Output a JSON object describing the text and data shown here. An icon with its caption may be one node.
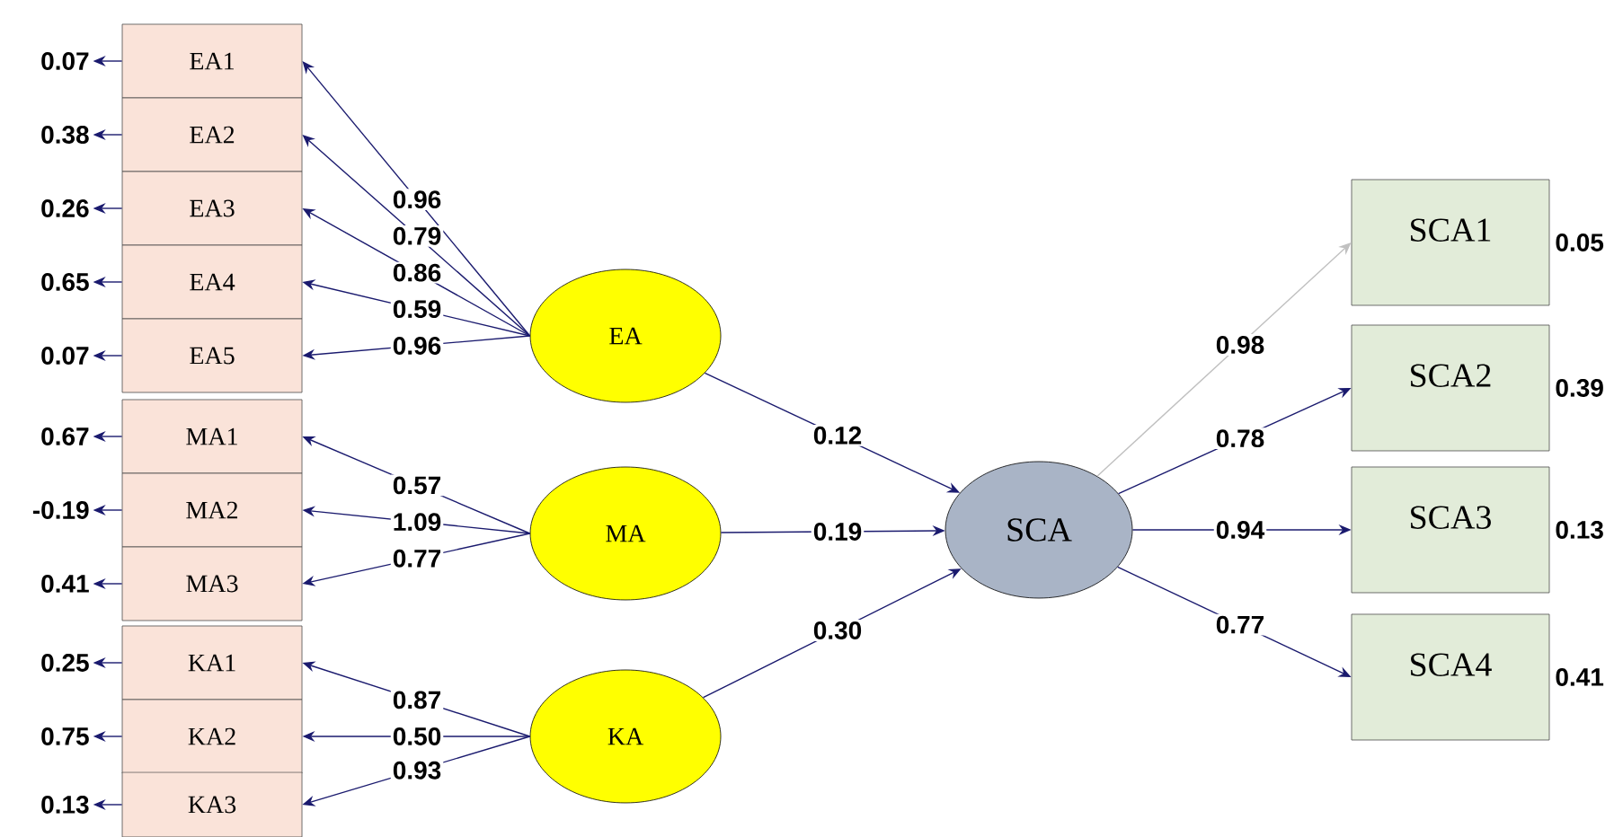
{
  "diagram": {
    "nodes": [
      {
        "text": [
          "EA1"
        ],
        "beside": [
          "0.07"
        ]
      },
      {
        "text": [
          "EA2"
        ],
        "beside": [
          "0.38"
        ]
      },
      {
        "text": [
          "EA3"
        ],
        "beside": [
          "0.26"
        ]
      },
      {
        "text": [
          "EA4"
        ],
        "beside": [
          "0.65"
        ]
      },
      {
        "text": [
          "EA5"
        ],
        "beside": [
          "0.07"
        ]
      },
      {
        "text": [
          "MA1"
        ],
        "beside": [
          "0.67"
        ]
      },
      {
        "text": [
          "MA2"
        ],
        "beside": [
          "-0.19"
        ]
      },
      {
        "text": [
          "MA3"
        ],
        "beside": [
          "0.41"
        ]
      },
      {
        "text": [
          "KA1"
        ],
        "beside": [
          "0.25"
        ]
      },
      {
        "text": [
          "KA2"
        ],
        "beside": [
          "0.75"
        ]
      },
      {
        "text": [
          "KA3"
        ],
        "beside": [
          "0.13"
        ]
      },
      {
        "text": [
          "EA"
        ]
      },
      {
        "text": [
          "MA"
        ]
      },
      {
        "text": [
          "KA"
        ]
      },
      {
        "text": [
          "SCA"
        ]
      },
      {
        "text": [
          "SCA1"
        ],
        "beside": [
          "0.05"
        ]
      },
      {
        "text": [
          "SCA2"
        ],
        "beside": [
          "0.39"
        ]
      },
      {
        "text": [
          "SCA3"
        ],
        "beside": [
          "0.13"
        ]
      },
      {
        "text": [
          "SCA4"
        ],
        "beside": [
          "0.41"
        ]
      }
    ],
    "edges": [
      {
        "from": 0,
        "to": null,
        "arrow": "to"
      },
      {
        "from": 1,
        "to": null,
        "arrow": "to"
      },
      {
        "from": 2,
        "to": null,
        "arrow": "to"
      },
      {
        "from": 3,
        "to": null,
        "arrow": "to"
      },
      {
        "from": 4,
        "to": null,
        "arrow": "to"
      },
      {
        "from": 5,
        "to": null,
        "arrow": "to"
      },
      {
        "from": 6,
        "to": null,
        "arrow": "to"
      },
      {
        "from": 7,
        "to": null,
        "arrow": "to"
      },
      {
        "from": 8,
        "to": null,
        "arrow": "to"
      },
      {
        "from": 9,
        "to": null,
        "arrow": "to"
      },
      {
        "from": 10,
        "to": null,
        "arrow": "to"
      },
      {
        "from": 11,
        "to": 0,
        "arrow": "to",
        "label": "0.96"
      },
      {
        "from": 11,
        "to": 1,
        "arrow": "to",
        "label": "0.79"
      },
      {
        "from": 11,
        "to": 2,
        "arrow": "to",
        "label": "0.86"
      },
      {
        "from": 11,
        "to": 3,
        "arrow": "to",
        "label": "0.59"
      },
      {
        "from": 11,
        "to": 4,
        "arrow": "to",
        "label": "0.96"
      },
      {
        "from": 12,
        "to": 5,
        "arrow": "to",
        "label": "0.57"
      },
      {
        "from": 12,
        "to": 6,
        "arrow": "to",
        "label": "1.09"
      },
      {
        "from": 12,
        "to": 7,
        "arrow": "to",
        "label": "0.77"
      },
      {
        "from": 13,
        "to": 8,
        "arrow": "to",
        "label": "0.87"
      },
      {
        "from": 13,
        "to": 9,
        "arrow": "to",
        "label": "0.50"
      },
      {
        "from": 13,
        "to": 10,
        "arrow": "to",
        "label": "0.93"
      },
      {
        "from": 11,
        "to": 14,
        "arrow": "to",
        "label": "0.12"
      },
      {
        "from": 12,
        "to": 14,
        "arrow": "to",
        "label": "0.19"
      },
      {
        "from": 13,
        "to": 14,
        "arrow": "to",
        "label": "0.30"
      },
      {
        "from": 14,
        "to": 15,
        "arrow": "to",
        "label": "0.98",
        "color": "#c0c0c0"
      },
      {
        "from": 14,
        "to": 16,
        "arrow": "to",
        "label": "0.78"
      },
      {
        "from": 14,
        "to": 17,
        "arrow": "to",
        "label": "0.94"
      },
      {
        "from": 14,
        "to": 18,
        "arrow": "to",
        "label": "0.77"
      }
    ]
  }
}
